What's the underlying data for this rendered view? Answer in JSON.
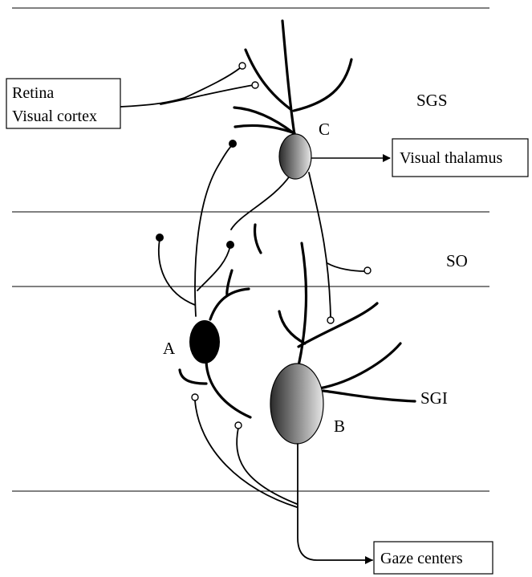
{
  "layers": {
    "sgs": "SGS",
    "so": "SO",
    "sgi": "SGI"
  },
  "neurons": {
    "a": "A",
    "b": "B",
    "c": "C"
  },
  "boxes": {
    "input_line1": "Retina",
    "input_line2": "Visual cortex",
    "thalamus": "Visual thalamus",
    "gaze": "Gaze centers"
  },
  "colors": {
    "neuron_a_fill": "#000000",
    "neuron_gradient_dark": "#2a2a2a",
    "neuron_gradient_light": "#e6e6e6"
  }
}
